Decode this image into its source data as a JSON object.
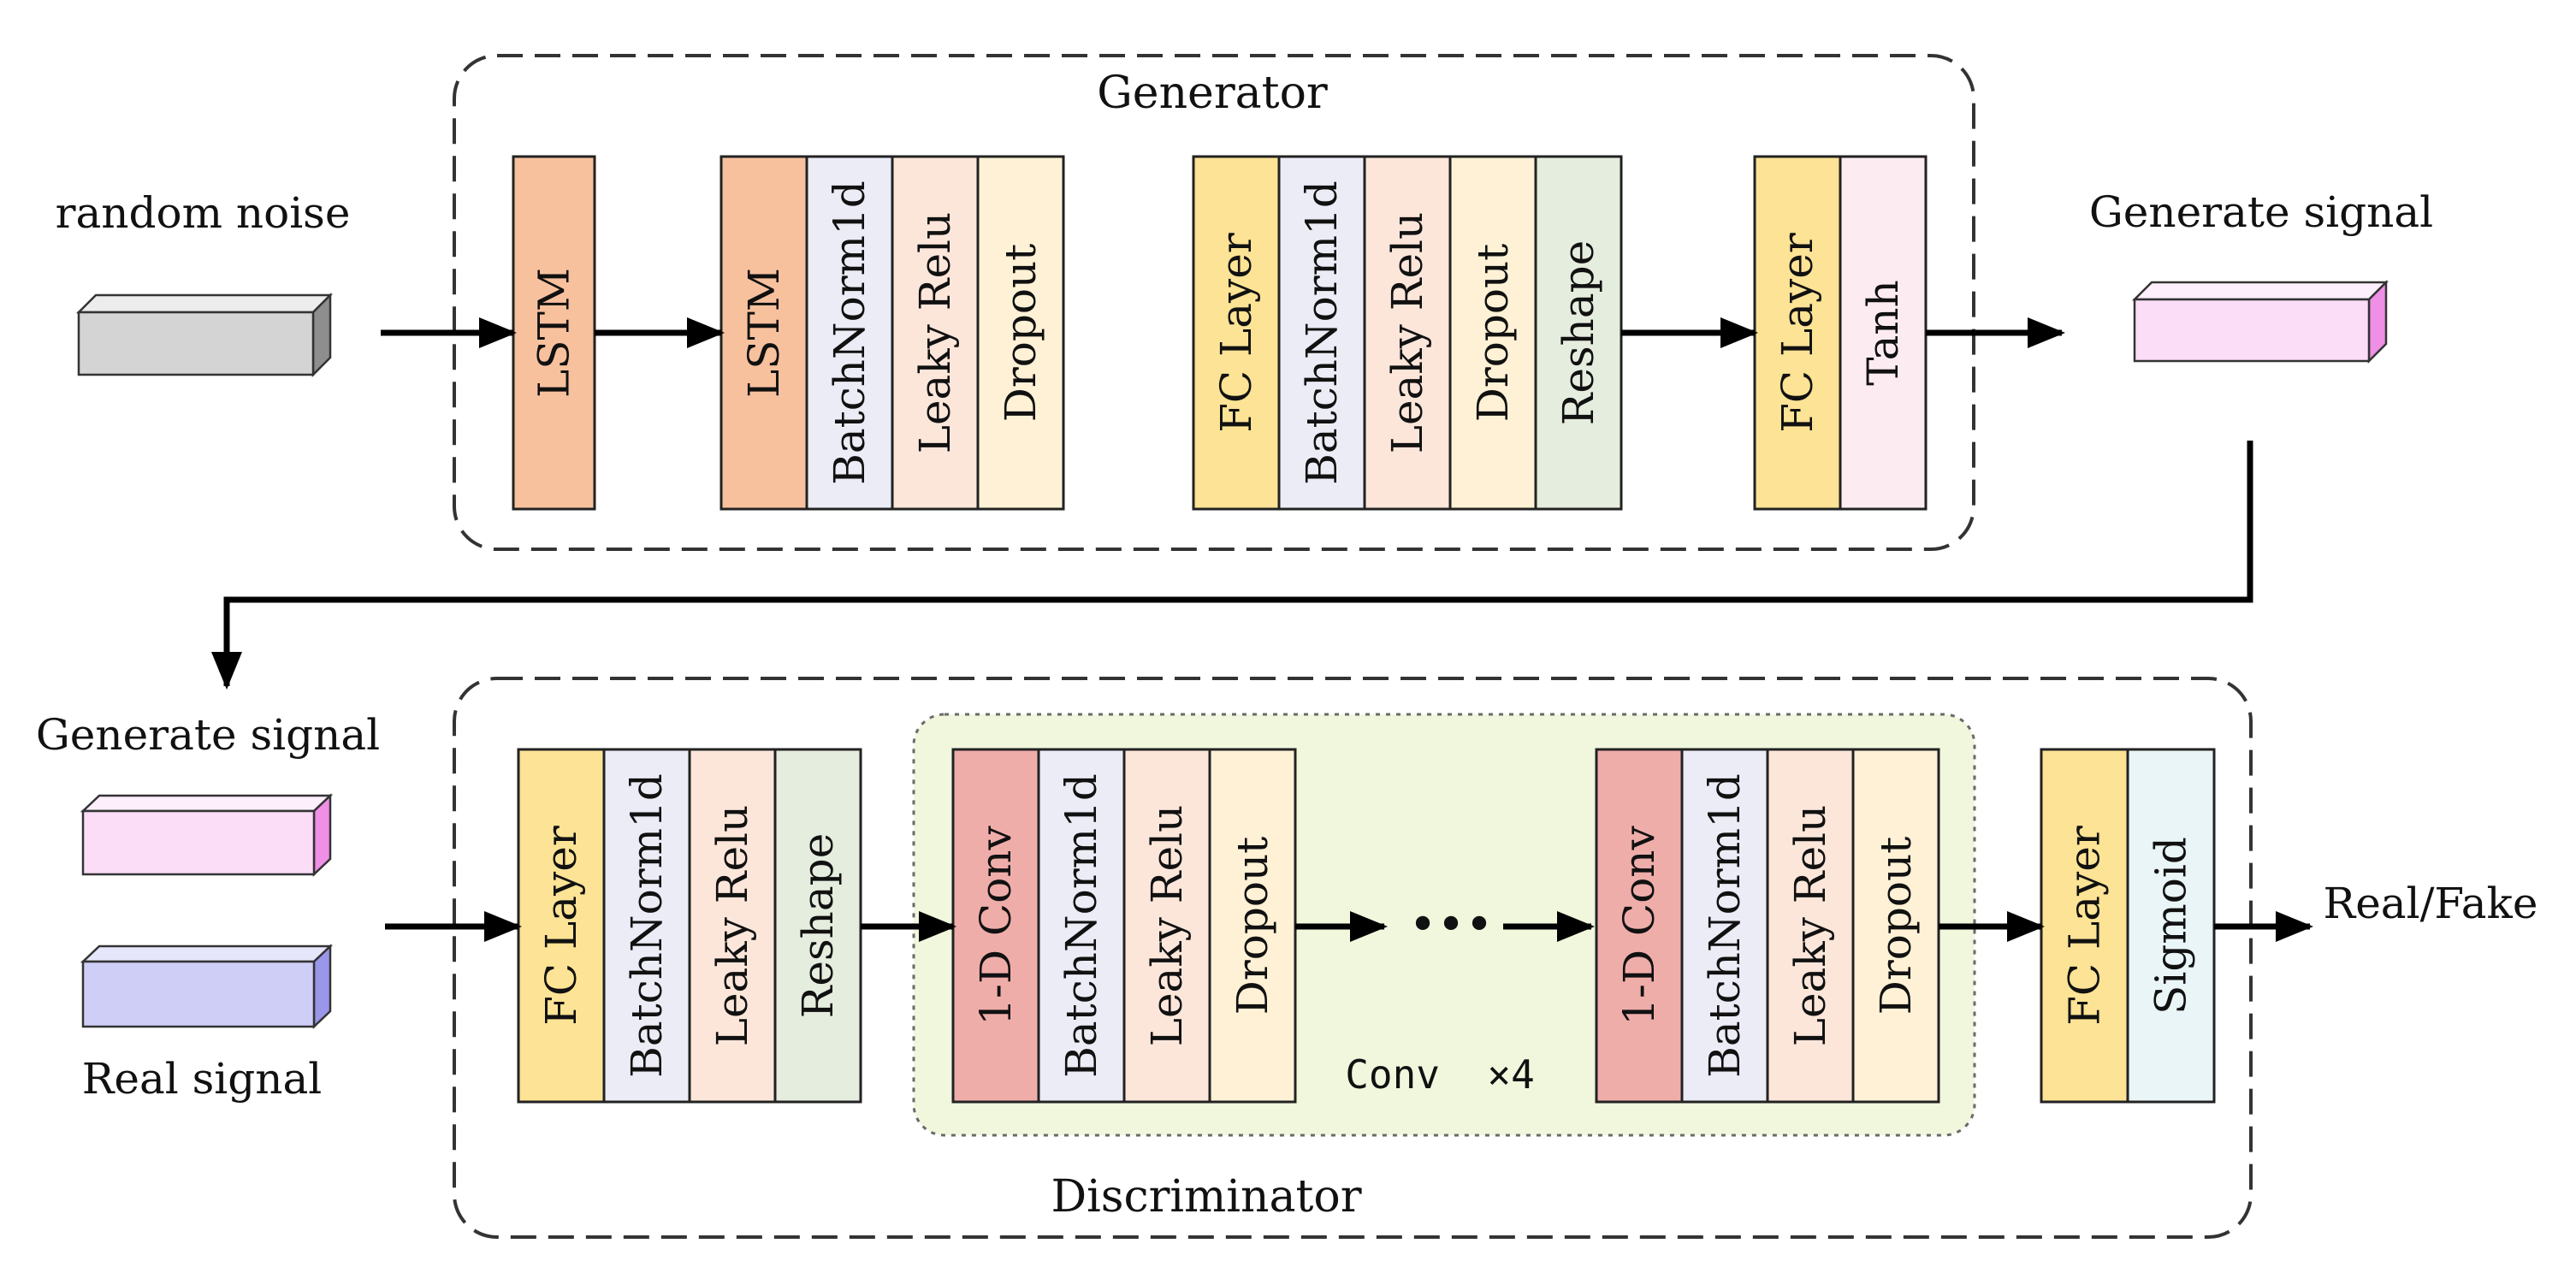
{
  "colors": {
    "LSTM": "#F8C19E",
    "BatchNorm1d": "#ECECF7",
    "Leaky Relu": "#FCE6DA",
    "Dropout": "#FEF1D5",
    "FC Layer": "#FCE395",
    "Reshape": "#E5EDDE",
    "Tanh": "#FCECF2",
    "1-D Conv": "#EFADAA",
    "Sigmoid": "#E9F5F6",
    "conv_group_fill": "#F0F7DD",
    "noise_block": "#D4D4D4",
    "generated_block": "#FBDDF8",
    "generated_block_side": "#EF8FE6",
    "real_block": "#CFCEF7",
    "real_block_side": "#9A96EA"
  },
  "generator": {
    "title": "Generator",
    "input_label": "random noise",
    "output_label": "Generate signal",
    "groups": [
      [
        "LSTM"
      ],
      [
        "LSTM",
        "BatchNorm1d",
        "Leaky Relu",
        "Dropout"
      ],
      [
        "FC Layer",
        "BatchNorm1d",
        "Leaky Relu",
        "Dropout",
        "Reshape"
      ],
      [
        "FC Layer",
        "Tanh"
      ]
    ]
  },
  "discriminator": {
    "title": "Discriminator",
    "input_labels": [
      "Generate signal",
      "Real signal"
    ],
    "output_label": "Real/Fake",
    "ellipsis": "•••",
    "conv_repeat_label": "Conv  ×4",
    "groups": [
      [
        "FC Layer",
        "BatchNorm1d",
        "Leaky Relu",
        "Reshape"
      ],
      [
        "1-D Conv",
        "BatchNorm1d",
        "Leaky Relu",
        "Dropout"
      ],
      [
        "1-D Conv",
        "BatchNorm1d",
        "Leaky Relu",
        "Dropout"
      ],
      [
        "FC Layer",
        "Sigmoid"
      ]
    ]
  }
}
